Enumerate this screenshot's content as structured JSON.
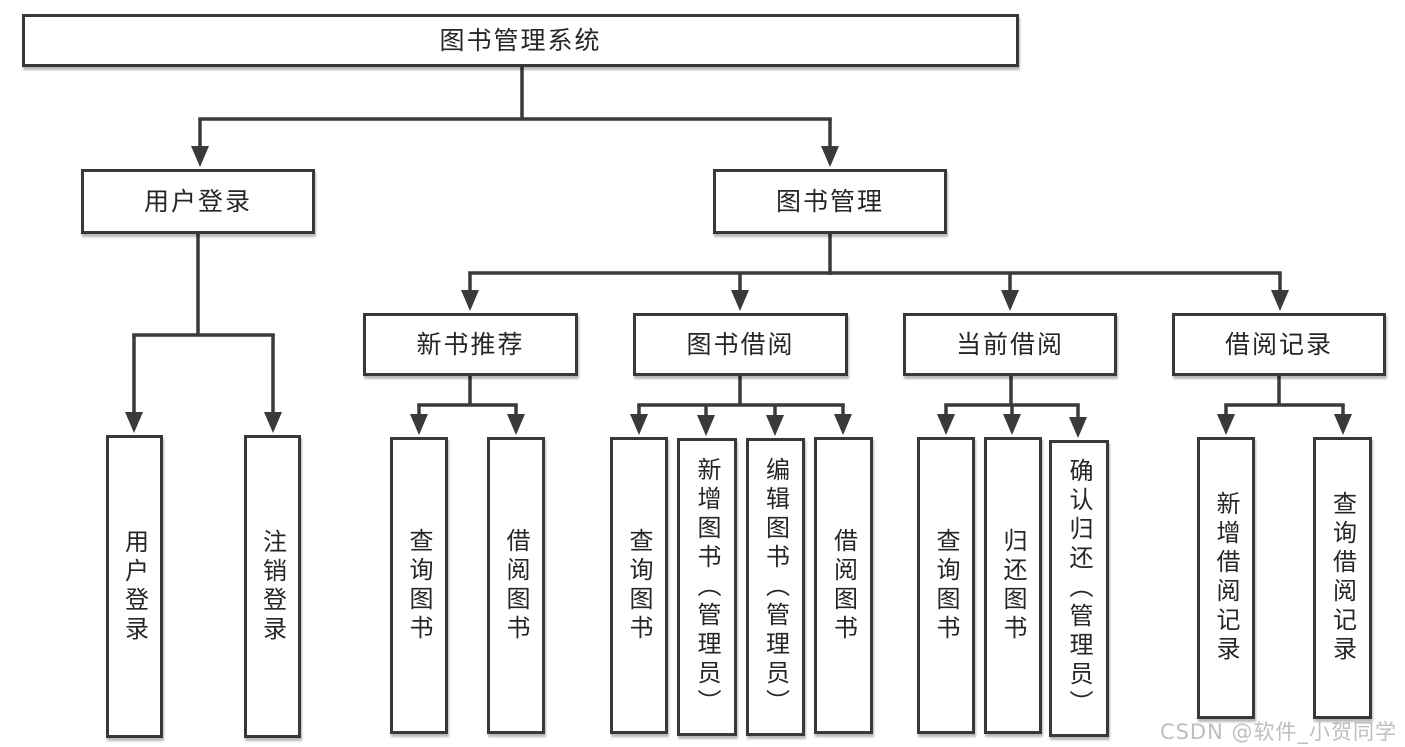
{
  "diagram": {
    "type": "hierarchy-tree",
    "orientation": "top-down"
  },
  "tree": {
    "label": "图书管理系统",
    "children": [
      {
        "label": "用户登录",
        "children": [
          {
            "label": "用户登录"
          },
          {
            "label": "注销登录"
          }
        ]
      },
      {
        "label": "图书管理",
        "children": [
          {
            "label": "新书推荐",
            "children": [
              {
                "label": "查询图书"
              },
              {
                "label": "借阅图书"
              }
            ]
          },
          {
            "label": "图书借阅",
            "children": [
              {
                "label": "查询图书"
              },
              {
                "label": "新增图书（管理员）"
              },
              {
                "label": "编辑图书（管理员）"
              },
              {
                "label": "借阅图书"
              }
            ]
          },
          {
            "label": "当前借阅",
            "children": [
              {
                "label": "查询图书"
              },
              {
                "label": "归还图书"
              },
              {
                "label": "确认归还（管理员）"
              }
            ]
          },
          {
            "label": "借阅记录",
            "children": [
              {
                "label": "新增借阅记录"
              },
              {
                "label": "查询借阅记录"
              }
            ]
          }
        ]
      }
    ]
  },
  "watermark": "CSDN @软件_小贺同学",
  "colors": {
    "background": "#ffffff",
    "line": "#3a3a3a",
    "border": "#383838",
    "text": "#262626",
    "watermark": "#b9b9b9"
  }
}
